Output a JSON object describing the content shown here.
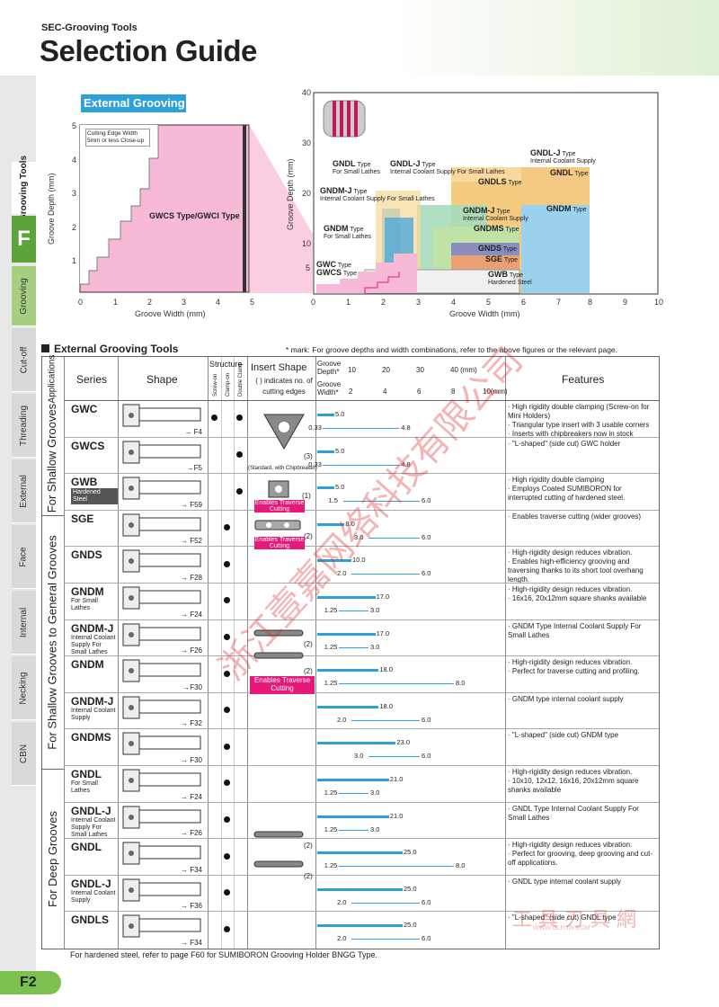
{
  "header": {
    "subtitle": "SEC-Grooving Tools",
    "title": "Selection Guide"
  },
  "side_tabs": [
    "Grooving Tools",
    "F",
    "Grooving",
    "Cut-off",
    "Threading",
    "External",
    "Face",
    "Internal",
    "Necking",
    "CBN"
  ],
  "left_chart": {
    "badge": "External Grooving",
    "note": "Cutting Edge Width 5mm or less Close-up",
    "label": "GWCS Type/GWCI Type",
    "ylabel": "Groove Depth (mm)",
    "xlabel": "Groove Width (mm)",
    "xticks": [
      "0",
      "1",
      "2",
      "3",
      "4",
      "5"
    ],
    "yticks": [
      "1",
      "2",
      "3",
      "4",
      "5"
    ]
  },
  "right_chart": {
    "ylabel": "Groove Depth (mm)",
    "xlabel": "Groove Width (mm)",
    "xticks": [
      "0",
      "1",
      "2",
      "3",
      "4",
      "5",
      "6",
      "7",
      "8",
      "9",
      "10"
    ],
    "yticks": [
      "5",
      "10",
      "20",
      "30",
      "40"
    ],
    "labels": [
      {
        "name": "GNDL-J",
        "type": "Type",
        "note": "Internal Coolant Supply"
      },
      {
        "name": "GNDL",
        "type": "Type",
        "note": ""
      },
      {
        "name": "GNDL",
        "type": "Type",
        "note": "For Small Lathes"
      },
      {
        "name": "GNDL-J",
        "type": "Type",
        "note": "Internal Coolant Supply For Small Lathes"
      },
      {
        "name": "GNDLS",
        "type": "Type",
        "note": ""
      },
      {
        "name": "GNDM-J",
        "type": "Type",
        "note": "Internal Coolant Supply For Small Lathes"
      },
      {
        "name": "GNDM-J",
        "type": "Type",
        "note": "Internal Coolant Supply"
      },
      {
        "name": "GNDM",
        "type": "Type",
        "note": ""
      },
      {
        "name": "GNDMS",
        "type": "Type",
        "note": ""
      },
      {
        "name": "GNDM",
        "type": "Type",
        "note": "For Small Lathes"
      },
      {
        "name": "GNDS",
        "type": "Type",
        "note": ""
      },
      {
        "name": "SGE",
        "type": "Type",
        "note": ""
      },
      {
        "name": "GWC",
        "type": "Type",
        "note": ""
      },
      {
        "name": "GWCS",
        "type": "Type",
        "note": ""
      },
      {
        "name": "GWB",
        "type": "Type",
        "note": "Hardened Steel"
      }
    ]
  },
  "section": {
    "title": "External Grooving Tools",
    "note": "* mark: For groove depths and width combinations, refer to the above figures or the relevant page."
  },
  "table_header": {
    "applications": "Applications",
    "series": "Series",
    "shape": "Shape",
    "structure": "Structure",
    "screw_on": "Screw-on",
    "clamp_on": "Clamp-on",
    "double_clamp": "Double Clamp",
    "insert_shape": "Insert Shape",
    "insert_note": "( ) indicates no. of cutting edges",
    "groove_depth": "Groove Depth*",
    "groove_width": "Groove Width*",
    "depth_ticks": [
      "10",
      "20",
      "30",
      "40 (mm)"
    ],
    "width_ticks": [
      "2",
      "4",
      "6",
      "8",
      "10(mm)"
    ],
    "features": "Features"
  },
  "applications": [
    "For Shallow Grooves",
    "For Shallow Grooves to General Grooves",
    "For Deep Grooves"
  ],
  "rows": [
    {
      "series": "GWC",
      "sub": "",
      "page": "→ F4",
      "depth": "5.0",
      "w1": "0.33",
      "w2": "4.8",
      "features": [
        "· High rigidity double clamping (Screw-on for Mini Holders)",
        "· Triangular type insert with 3 usable corners",
        "· Inserts with chipbreakers now in stock"
      ]
    },
    {
      "series": "GWCS",
      "sub": "",
      "page": "→F5",
      "depth": "5.0",
      "w1": "0.33",
      "w2": "4.8",
      "features": [
        "· \"L-shaped\" (side cut) GWC holder"
      ]
    },
    {
      "series": "GWB",
      "sub": "Hardened Steel",
      "page": "→ F59",
      "depth": "5.0",
      "w1": "1.5",
      "w2": "6.0",
      "features": [
        "· High rigidity double clamping",
        "· Employs Coated SUMIBORON for interrupted cutting of hardened steel."
      ]
    },
    {
      "series": "SGE",
      "sub": "",
      "page": "→ F52",
      "depth": "8.0",
      "w1": "3.0",
      "w2": "6.0",
      "features": [
        "· Enables traverse cutting (wider grooves)"
      ]
    },
    {
      "series": "GNDS",
      "sub": "",
      "page": "→ F28",
      "depth": "10.0",
      "w1": "2.0",
      "w2": "6.0",
      "features": [
        "· High-rigidity design reduces vibration.",
        "· Enables high-efficiency grooving and traversing thanks to its short tool overhang length."
      ]
    },
    {
      "series": "GNDM",
      "sub": "For Small Lathes",
      "page": "→ F24",
      "depth": "17.0",
      "w1": "1.25",
      "w2": "3.0",
      "features": [
        "· High-rigidity design reduces vibration.",
        "· 16x16, 20x12mm square shanks available"
      ]
    },
    {
      "series": "GNDM-J",
      "sub": "Internal Coolant Supply For Small Lathes",
      "page": "→ F26",
      "depth": "17.0",
      "w1": "1.25",
      "w2": "3.0",
      "features": [
        "· GNDM Type Internal Coolant Supply For Small Lathes"
      ]
    },
    {
      "series": "GNDM",
      "sub": "",
      "page": "→F30",
      "depth": "18.0",
      "w1": "1.25",
      "w2": "8.0",
      "features": [
        "· High-rigidity design reduces vibration.",
        "· Perfect for traverse cutting and profiling."
      ]
    },
    {
      "series": "GNDM-J",
      "sub": "Internal Coolant Supply",
      "page": "→ F32",
      "depth": "18.0",
      "w1": "2.0",
      "w2": "6.0",
      "features": [
        "· GNDM type internal coolant supply"
      ]
    },
    {
      "series": "GNDMS",
      "sub": "",
      "page": "→ F30",
      "depth": "23.0",
      "w1": "3.0",
      "w2": "6.0",
      "features": [
        "· \"L-shaped\" (side cut) GNDM type"
      ]
    },
    {
      "series": "GNDL",
      "sub": "For Small Lathes",
      "page": "→ F24",
      "depth": "21.0",
      "w1": "1.25",
      "w2": "3.0",
      "features": [
        "· High-rigidity design reduces vibration.",
        "· 10x10, 12x12, 16x16, 20x12mm square shanks available"
      ]
    },
    {
      "series": "GNDL-J",
      "sub": "Internal Coolant Supply For Small Lathes",
      "page": "→ F26",
      "depth": "21.0",
      "w1": "1.25",
      "w2": "3.0",
      "features": [
        "· GNDL Type Internal Coolant Supply For Small Lathes"
      ]
    },
    {
      "series": "GNDL",
      "sub": "",
      "page": "→ F34",
      "depth": "25.0",
      "w1": "1.25",
      "w2": "8.0",
      "features": [
        "· High-rigidity design reduces vibration.",
        "· Perfect for grooving, deep grooving and cut-off applications."
      ]
    },
    {
      "series": "GNDL-J",
      "sub": "Internal Coolant Supply",
      "page": "→ F36",
      "depth": "25.0",
      "w1": "2.0",
      "w2": "6.0",
      "features": [
        "· GNDL type internal coolant supply"
      ]
    },
    {
      "series": "GNDLS",
      "sub": "",
      "page": "→ F34",
      "depth": "25.0",
      "w1": "2.0",
      "w2": "6.0",
      "features": [
        "· \"L-shaped\" (side cut) GNDL type"
      ]
    }
  ],
  "insert_notes": {
    "gwc_count": "(3)",
    "gwc_note": "(Standard, with Chipbreaker)",
    "gwb_count": "(1)",
    "sge_count": "(2)",
    "enables": "Enables Traverse Cutting",
    "gndm_count": "(2)",
    "gndm_count2": "(2)",
    "gndl_count": "(2)",
    "gndl_count2": "(2)"
  },
  "footer": {
    "note": "For hardened steel, refer to page F60 for SUMIBORON Grooving Holder BNGG Type.",
    "page": "F2"
  },
  "watermark": {
    "main": "浙江壹嘉网络科技有限公司",
    "brand": "工 具 刃 具 網",
    "url": "WWW.GLRJW.COM"
  },
  "colors": {
    "green": "#5aa43a",
    "pink": "#f6b9d6",
    "blue": "#2ea0d8",
    "magenta": "#e6197a"
  }
}
